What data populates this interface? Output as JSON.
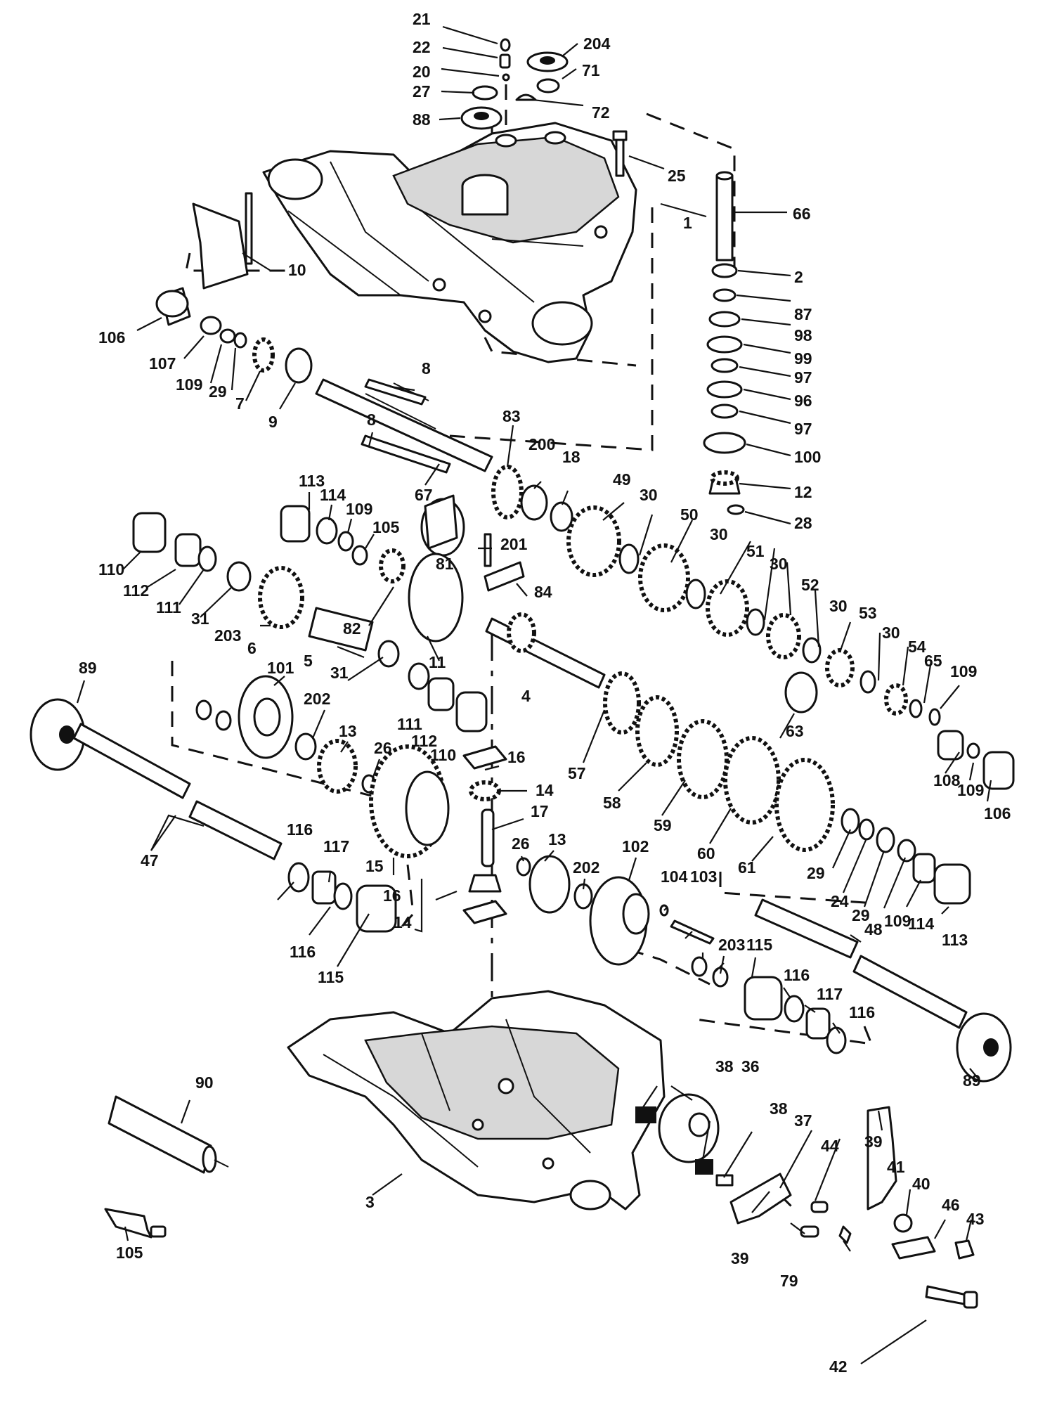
{
  "callouts": [
    "21",
    "22",
    "20",
    "27",
    "88",
    "204",
    "71",
    "72",
    "25",
    "66",
    "1",
    "2",
    "87",
    "98",
    "99",
    "97",
    "96",
    "97",
    "100",
    "12",
    "28",
    "10",
    "106",
    "107",
    "109",
    "29",
    "7",
    "9",
    "8",
    "8",
    "67",
    "83",
    "200",
    "18",
    "49",
    "30",
    "50",
    "30",
    "51",
    "30",
    "52",
    "30",
    "53",
    "30",
    "54",
    "65",
    "109",
    "113",
    "114",
    "109",
    "105",
    "110",
    "112",
    "111",
    "31",
    "6",
    "203",
    "82",
    "5",
    "31",
    "81",
    "201",
    "84",
    "11",
    "4",
    "111",
    "112",
    "110",
    "89",
    "101",
    "202",
    "13",
    "26",
    "16",
    "14",
    "17",
    "57",
    "58",
    "59",
    "60",
    "61",
    "63",
    "108",
    "109",
    "106",
    "47",
    "116",
    "117",
    "15",
    "16",
    "14",
    "116",
    "115",
    "13",
    "26",
    "202",
    "102",
    "104",
    "103",
    "203",
    "115",
    "116",
    "117",
    "116",
    "48",
    "29",
    "24",
    "29",
    "109",
    "114",
    "113",
    "89",
    "90",
    "105",
    "3",
    "38",
    "36",
    "38",
    "37",
    "44",
    "39",
    "41",
    "40",
    "46",
    "43",
    "39",
    "79",
    "42"
  ]
}
